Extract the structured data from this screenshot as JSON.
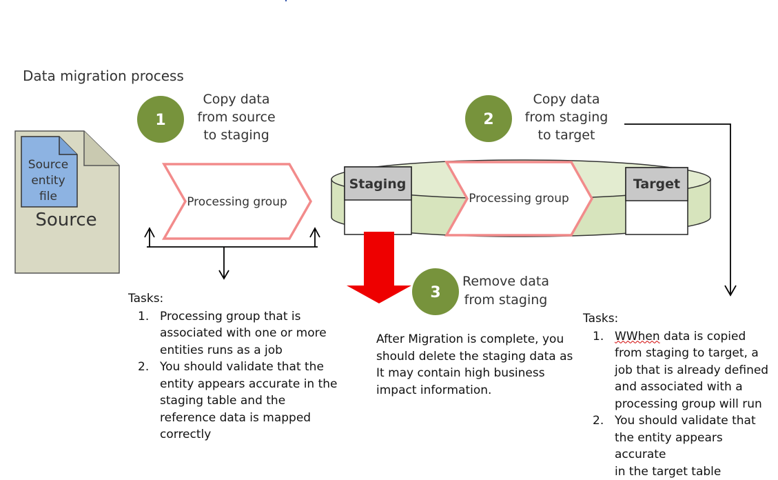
{
  "title": "Data migration process",
  "source": {
    "file_label_lines": [
      "Source",
      "entity",
      "file"
    ],
    "label": "Source"
  },
  "steps": [
    {
      "number": "1",
      "caption_lines": [
        "Copy data",
        "from source",
        "to  staging"
      ]
    },
    {
      "number": "2",
      "caption_lines": [
        "Copy data",
        "from staging",
        "to target"
      ]
    },
    {
      "number": "3",
      "caption_lines": [
        "Remove data",
        "from staging"
      ]
    }
  ],
  "processing_group_label": "Processing group",
  "staging_label": "Staging",
  "target_label": "Target",
  "tasks_left": {
    "heading": "Tasks:",
    "items": [
      {
        "n": "1.",
        "text_lines": [
          "Processing group that is",
          "associated with one or more",
          "entities runs as a job"
        ]
      },
      {
        "n": "2.",
        "text_lines": [
          "You should validate that the",
          "entity appears accurate in the",
          "staging table and the",
          "reference data is mapped",
          "correctly"
        ]
      }
    ]
  },
  "after_migration_lines": [
    "After Migration is complete, you",
    "should delete the staging data as",
    "It may contain high business",
    "impact information."
  ],
  "tasks_right": {
    "heading": "Tasks:",
    "items": [
      {
        "n": "1.",
        "misspelled_word": "WWhen",
        "first_line_rest": " data is copied",
        "text_lines": [
          "from staging to target, a",
          "job that is already defined",
          "and associated with a",
          "processing group will run"
        ]
      },
      {
        "n": "2.",
        "text_lines": [
          "You should validate that",
          "the entity appears accurate",
          "in the target table"
        ]
      }
    ]
  },
  "colors": {
    "step_circle": "#77933c",
    "chevron_stroke": "#f28b8b",
    "cylinder_fill": "#d7e4bd",
    "box_header": "#c8c8c8",
    "source_doc": "#d9d9c3",
    "source_file": "#8db3e2",
    "remove_arrow": "#ee0000"
  }
}
